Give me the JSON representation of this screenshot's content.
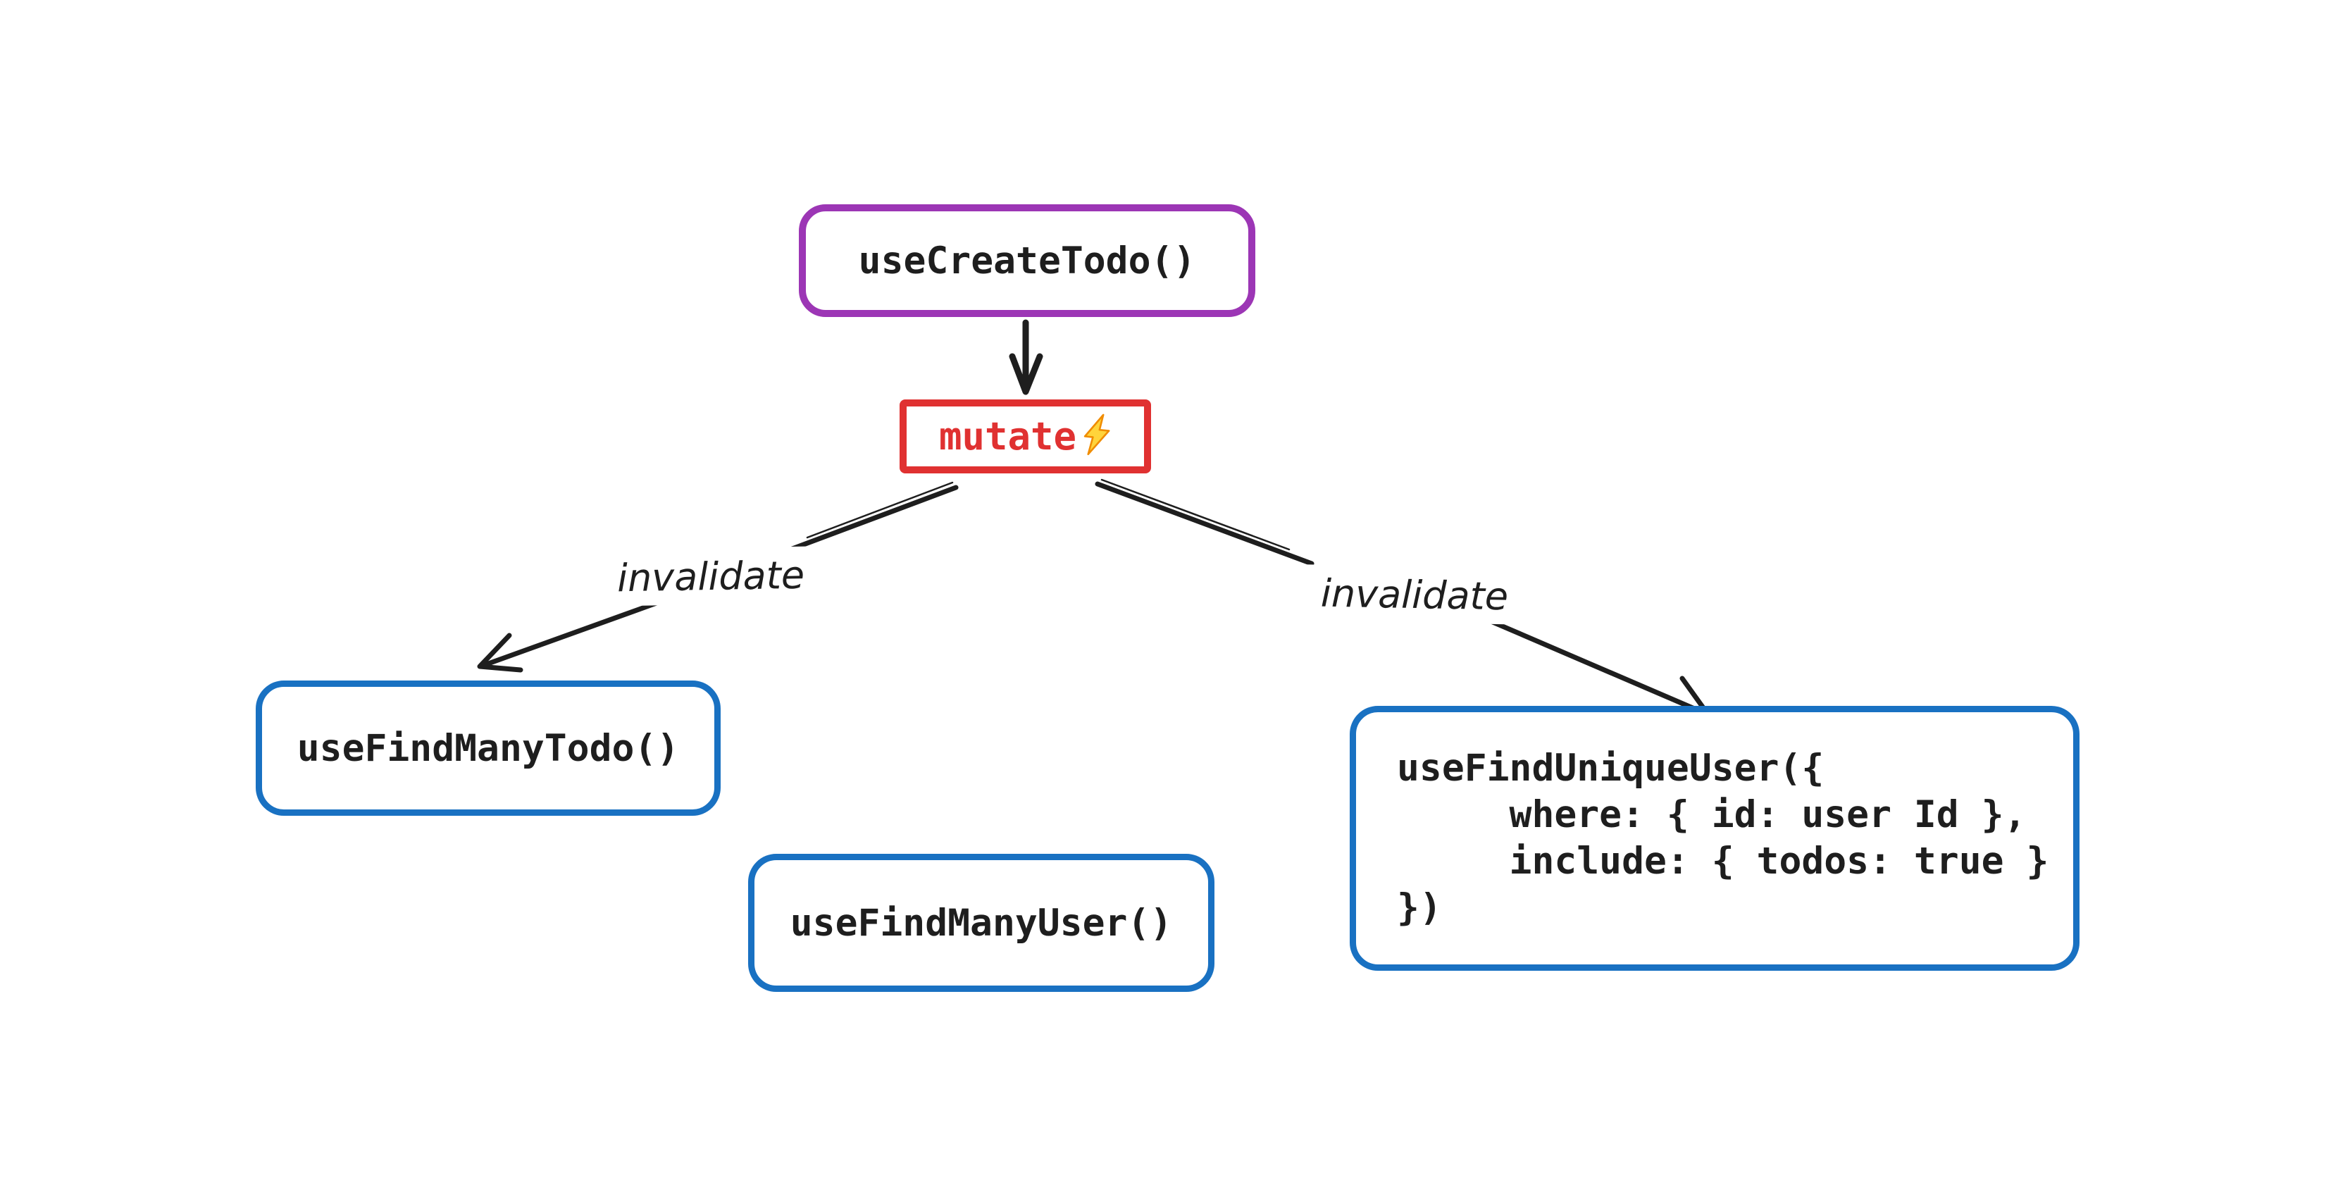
{
  "diagram": {
    "background": "#ffffff",
    "colors": {
      "background": "#ffffff",
      "ink": "#1e1e1e",
      "purple": "#9c36b5",
      "red": "#e03131",
      "blue": "#1971c2",
      "bolt_fill": "#ffd43b",
      "bolt_stroke": "#f08c00"
    },
    "nodes": {
      "create_todo": {
        "label": "useCreateTodo()"
      },
      "mutate": {
        "label": "mutate",
        "icon": "lightning-bolt"
      },
      "find_many_todo": {
        "label": "useFindManyTodo()"
      },
      "find_many_user": {
        "label": "useFindManyUser()"
      },
      "find_unique_user": {
        "lines": [
          "useFindUniqueUser({",
          "     where: { id: user Id },",
          "     include: { todos: true }",
          "})"
        ]
      }
    },
    "edges": {
      "create_to_mutate": {
        "label": ""
      },
      "left_invalidate": {
        "label": "invalidate"
      },
      "right_invalidate": {
        "label": "invalidate"
      }
    }
  }
}
